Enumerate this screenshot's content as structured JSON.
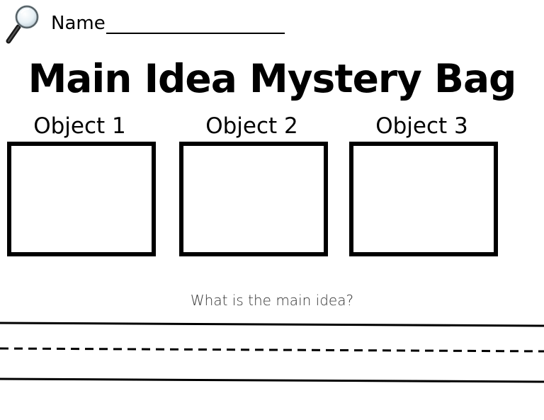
{
  "header": {
    "name_label": "Name"
  },
  "title": "Main Idea Mystery Bag",
  "objects": [
    {
      "label": "Object 1"
    },
    {
      "label": "Object 2"
    },
    {
      "label": "Object 3"
    }
  ],
  "question": "What is the main idea?",
  "icons": {
    "header_icon": "magnifying-glass-icon"
  }
}
